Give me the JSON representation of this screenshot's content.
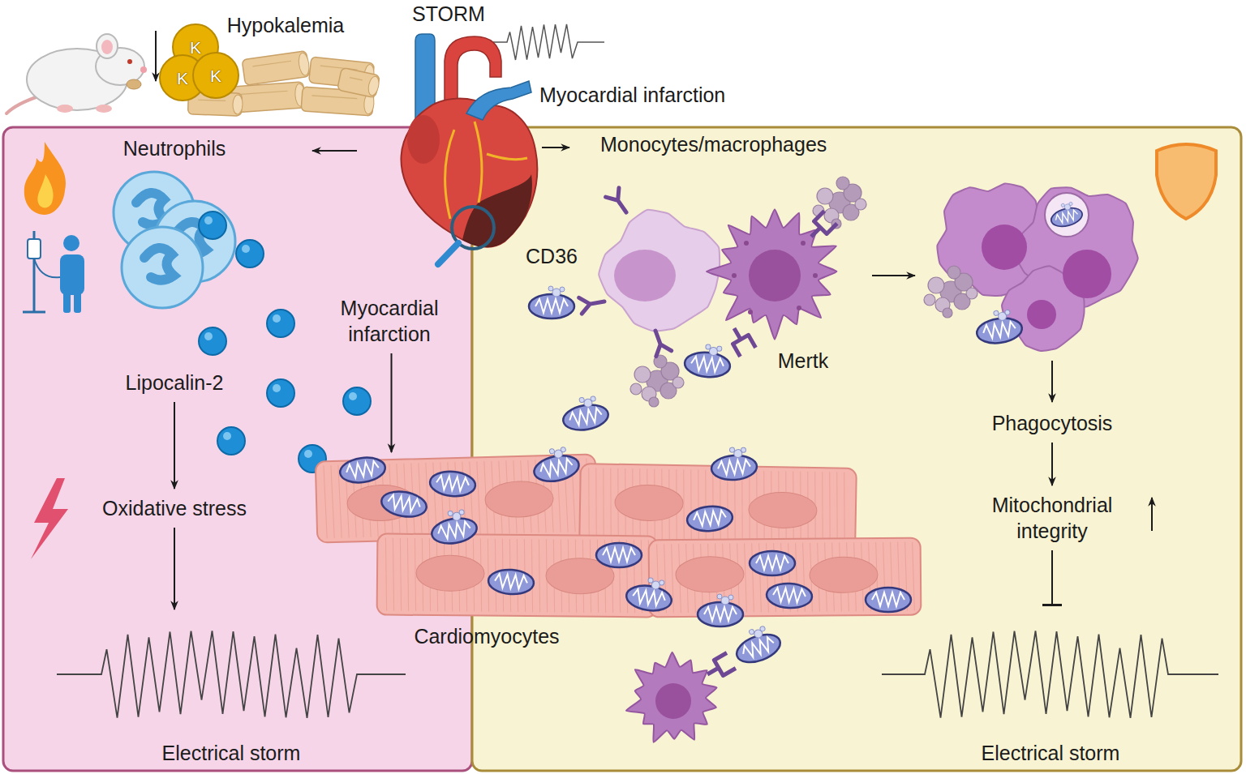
{
  "diagram": {
    "nodes": [
      {
        "text": [
          "K"
        ]
      },
      {
        "text": [
          "K"
        ]
      },
      {
        "text": [
          "K"
        ]
      },
      {
        "text": [
          "Lipocalin-2"
        ]
      },
      {
        "text": [
          "Myocardial infarction"
        ]
      },
      {
        "text": [
          "Oxidative stress"
        ]
      },
      {
        "text": [
          "Cardiomyocytes"
        ]
      },
      {
        "text": [
          "Electrical storm"
        ]
      },
      {
        "text": [
          "Phagocytosis"
        ]
      },
      {
        "text": [
          "Mitochondrial integrity"
        ]
      },
      {
        "text": [
          "Electrical storm"
        ]
      }
    ],
    "edges": [
      {
        "from": 3,
        "to": 5,
        "arrow": "to"
      },
      {
        "from": 5,
        "to": 7,
        "arrow": "to"
      },
      {
        "from": 4,
        "to": 6,
        "arrow": "to"
      },
      {
        "from": 8,
        "to": 9,
        "arrow": "to"
      },
      {
        "from": 9,
        "to": 10,
        "arrow": "to"
      }
    ],
    "labels": [
      "Hypokalemia",
      "STORM",
      "Myocardial infarction",
      "Neutrophils",
      "Monocytes/macrophages",
      "CD36",
      "Mertk"
    ]
  }
}
